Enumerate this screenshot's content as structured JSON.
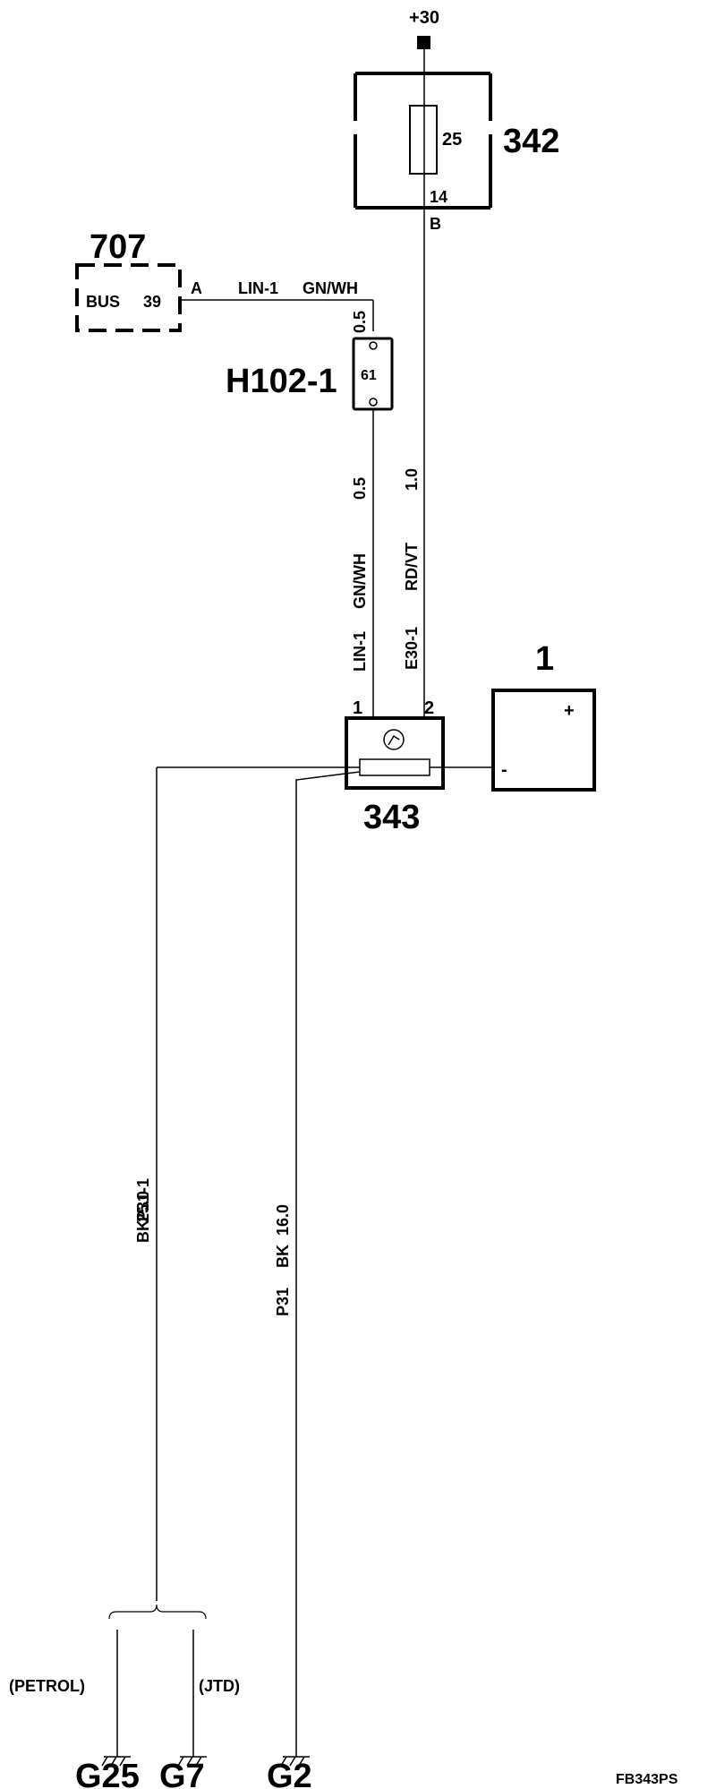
{
  "supply": {
    "label": "+30"
  },
  "c342": {
    "id": "342",
    "fuse_rating": "25",
    "pin_out": "14",
    "pin_letter": "B"
  },
  "c707": {
    "id": "707",
    "bus_label": "BUS",
    "bus_pin": "39",
    "pin_letter": "A"
  },
  "lin_top": {
    "circuit": "LIN-1",
    "color": "GN/WH",
    "size": "0.5"
  },
  "h102": {
    "id": "H102-1",
    "pin": "61"
  },
  "wire_left": {
    "size": "0.5",
    "color": "GN/WH",
    "circuit": "LIN-1"
  },
  "wire_right": {
    "size": "1.0",
    "color": "RD/VT",
    "circuit": "E30-1"
  },
  "c343": {
    "id": "343",
    "pin1": "1",
    "pin2": "2"
  },
  "battery": {
    "id": "1",
    "plus": "+",
    "minus": "-"
  },
  "ground_wire_1": {
    "circuit": "P31-1",
    "color": "BK",
    "size": "25.0"
  },
  "ground_wire_2": {
    "circuit": "P31",
    "color": "BK",
    "size": "16.0"
  },
  "variants": {
    "petrol": "(PETROL)",
    "jtd": "(JTD)"
  },
  "grounds": {
    "g25": "G25",
    "g7": "G7",
    "g2": "G2"
  },
  "figure_code": "FB343PS"
}
